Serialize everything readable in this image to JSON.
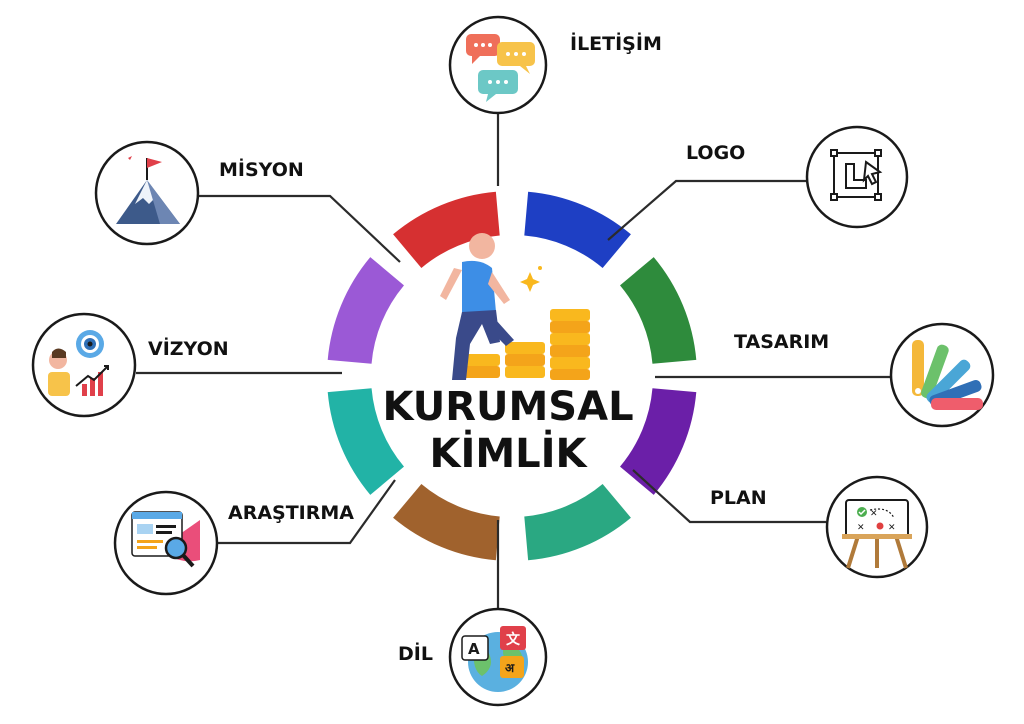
{
  "center": {
    "title_line1": "KURUMSAL",
    "title_line2": "KİMLİK"
  },
  "nodes": {
    "iletisim": {
      "label": "İLETİŞİM",
      "icon": "chat-bubbles-icon"
    },
    "logo": {
      "label": "LOGO",
      "icon": "vector-design-icon"
    },
    "tasarim": {
      "label": "TASARIM",
      "icon": "color-palette-icon"
    },
    "plan": {
      "label": "PLAN",
      "icon": "strategy-board-icon"
    },
    "dil": {
      "label": "DİL",
      "icon": "translation-globe-icon"
    },
    "arastirma": {
      "label": "ARAŞTIRMA",
      "icon": "web-search-icon"
    },
    "vizyon": {
      "label": "VİZYON",
      "icon": "vision-growth-icon"
    },
    "misyon": {
      "label": "MİSYON",
      "icon": "mountain-flag-icon"
    }
  },
  "ring_segments": [
    {
      "name": "red",
      "color": "#d63031"
    },
    {
      "name": "blue",
      "color": "#1e3fc4"
    },
    {
      "name": "green",
      "color": "#2e8b3c"
    },
    {
      "name": "purple",
      "color": "#6b1fa8"
    },
    {
      "name": "teal-green",
      "color": "#2aa882"
    },
    {
      "name": "brown",
      "color": "#a0622d"
    },
    {
      "name": "teal",
      "color": "#22b3a6"
    },
    {
      "name": "violet",
      "color": "#9b59d6"
    }
  ]
}
